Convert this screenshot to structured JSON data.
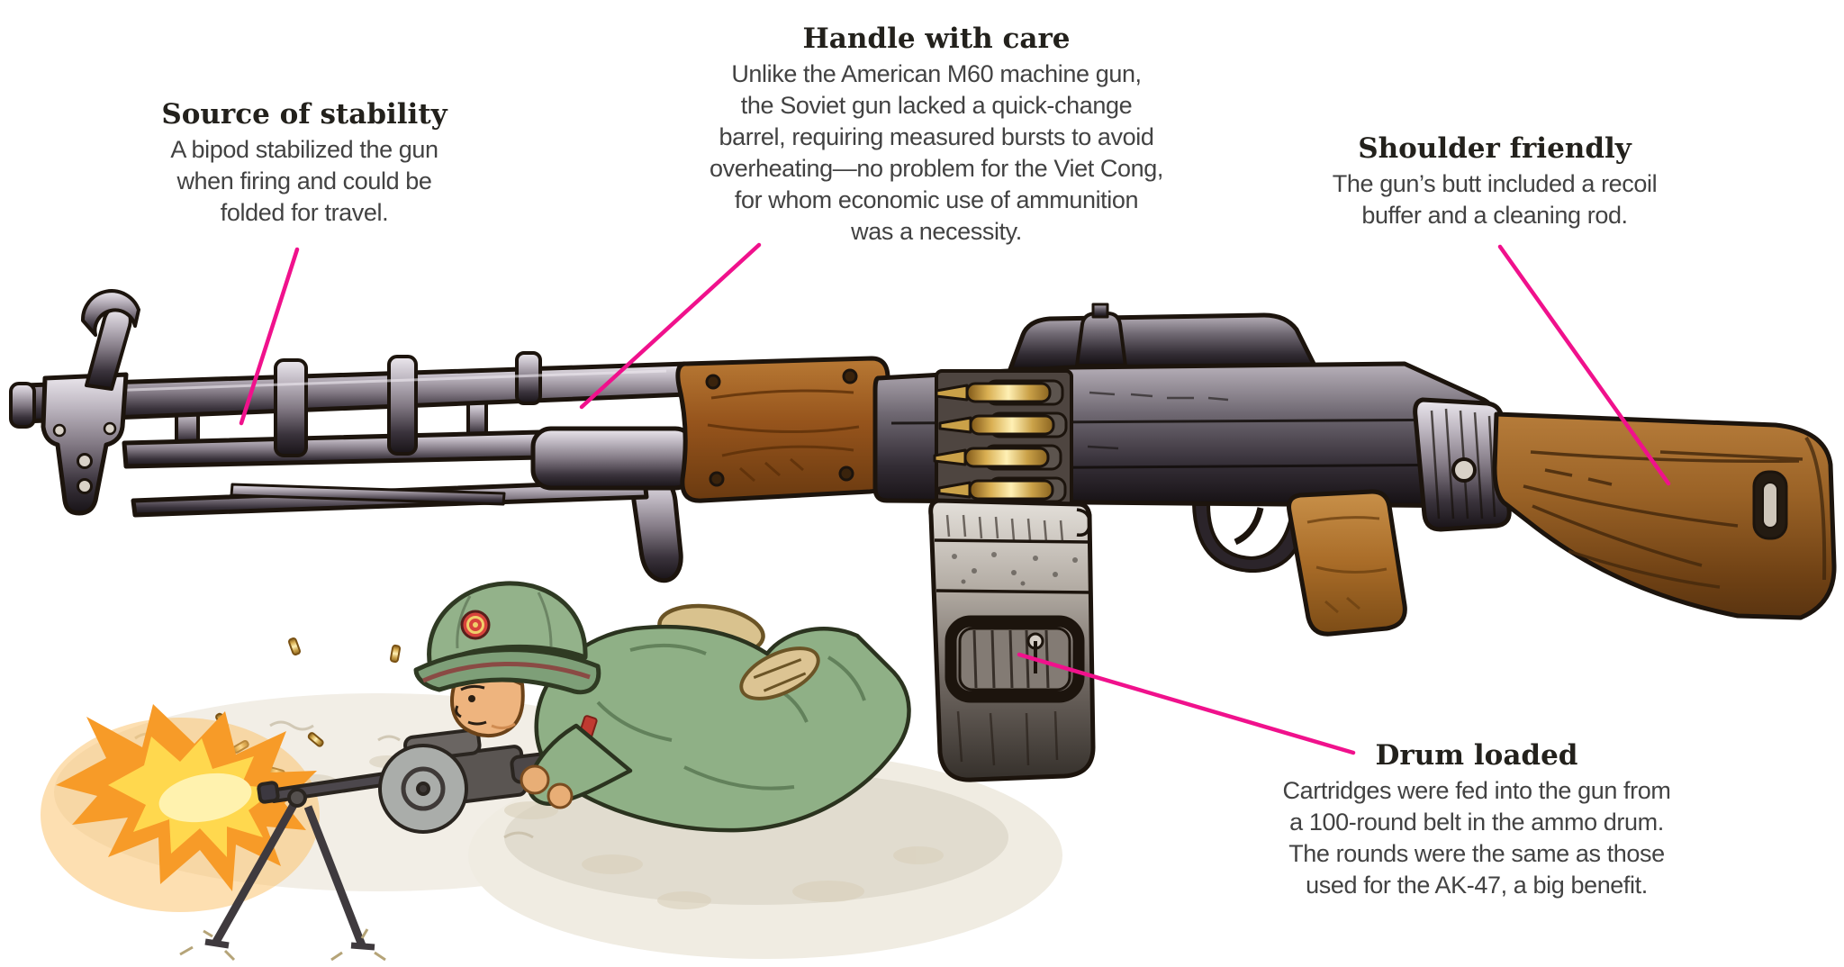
{
  "palette": {
    "background": "#ffffff",
    "leader_line": "#F0118C",
    "title_color": "#23211c",
    "body_color": "#424242",
    "wood": "#96541c",
    "metal": "#3a333c",
    "brass": "#d9af52",
    "uniform_green": "#8fb086",
    "muzzle_flash": "#f79b28"
  },
  "annotations": {
    "stability": {
      "title": "Source of stability",
      "body": "A bipod stabilized the gun\nwhen firing and could be\nfolded for travel."
    },
    "handle": {
      "title": "Handle with care",
      "body": "Unlike the American M60 machine gun,\nthe Soviet gun lacked a quick-change\nbarrel, requiring measured bursts to avoid\noverheating—no problem for the Viet Cong,\nfor whom economic use of ammunition\nwas a necessity."
    },
    "shoulder": {
      "title": "Shoulder friendly",
      "body": "The gun’s butt included a recoil\nbuffer and a cleaning rod."
    },
    "drum": {
      "title": "Drum loaded",
      "body": "Cartridges were fed into the gun from\na 100-round belt in the ammo drum.\nThe rounds were the same as those\nused for the AK-47, a big benefit."
    }
  },
  "illustrations": {
    "gun": "soviet-light-machine-gun-side-view",
    "soldier": "prone-soldier-firing-with-muzzle-flash"
  }
}
